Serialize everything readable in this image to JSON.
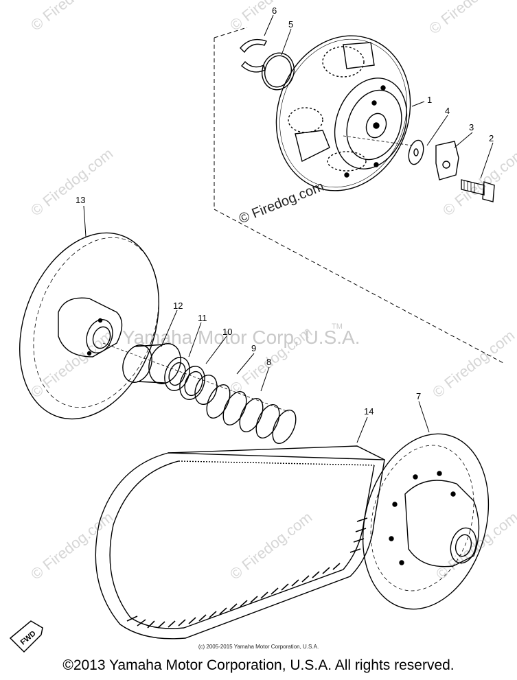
{
  "watermarks": {
    "site": "© Firedog.com",
    "center": "Yamaha Motor Corp, U.S.A.",
    "tm": "TM"
  },
  "callouts": [
    "1",
    "2",
    "3",
    "4",
    "5",
    "6",
    "7",
    "8",
    "9",
    "10",
    "11",
    "12",
    "13",
    "14"
  ],
  "fwd_label": "FWD",
  "footer": {
    "small": "(c) 2005-2015 Yamaha Motor Corporation, U.S.A.",
    "main": "©2013 Yamaha Motor Corporation, U.S.A. All rights reserved."
  },
  "colors": {
    "ink": "#000000",
    "watermark": "#d6d6d6",
    "background": "#ffffff"
  }
}
